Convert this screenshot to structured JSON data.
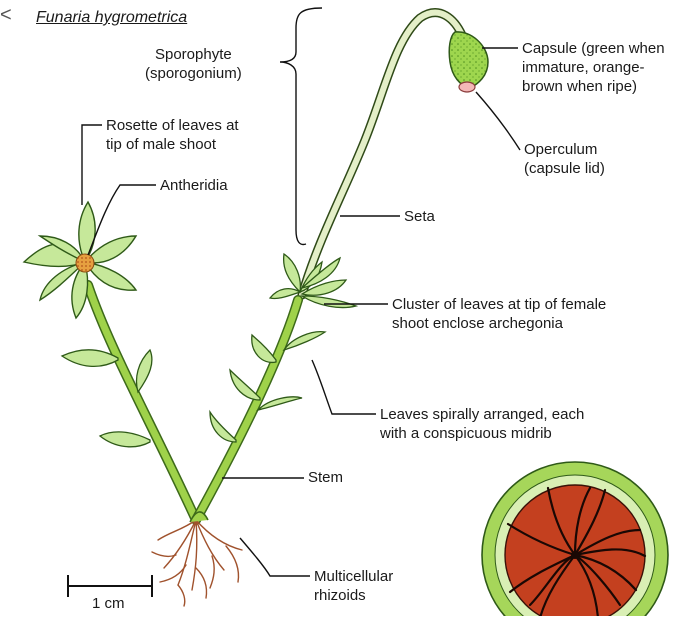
{
  "nav": {
    "prev_glyph": "<"
  },
  "title": "Funaria hygrometrica",
  "labels": {
    "sporophyte": [
      "Sporophyte",
      "(sporogonium)"
    ],
    "capsule": [
      "Capsule (green when",
      "immature, orange-",
      "brown when ripe)"
    ],
    "operculum": [
      "Operculum",
      "(capsule lid)"
    ],
    "rosette": [
      "Rosette of leaves at",
      "tip of male shoot"
    ],
    "antheridia": "Antheridia",
    "seta": "Seta",
    "cluster": [
      "Cluster of leaves at tip of female",
      "shoot enclose archegonia"
    ],
    "leaves": [
      "Leaves spirally arranged, each",
      "with a conspicuous midrib"
    ],
    "stem": "Stem",
    "rhizoids": [
      "Multicellular",
      "rhizoids"
    ],
    "scale": "1 cm"
  },
  "colors": {
    "leaf_fill": "#c6e89a",
    "leaf_stroke": "#2f5a18",
    "stem": "#9fd24a",
    "seta": "#e4efc8",
    "capsule": "#9ed64e",
    "operculum": "#f4b8b8",
    "rhizoid": "#a0522d",
    "antheridia": "#d98a2a",
    "cross_section_outer": "#a6d65a",
    "cross_section_inner": "#c4401f",
    "line": "#111111"
  }
}
